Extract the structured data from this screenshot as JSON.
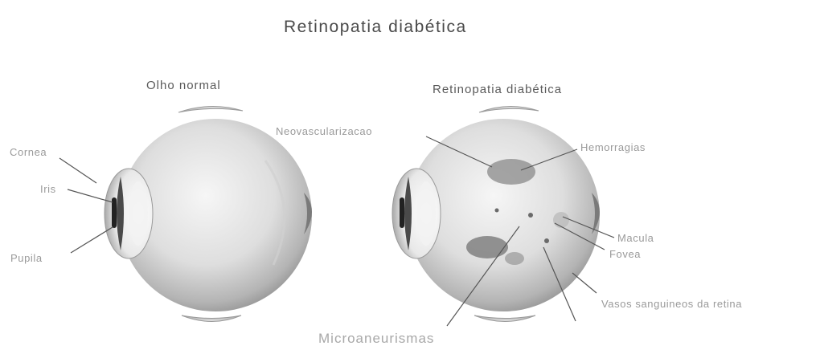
{
  "main_title": "Retinopatia diabética",
  "normal_eye": {
    "title": "Olho normal",
    "labels": {
      "cornea": "Cornea",
      "iris": "Iris",
      "pupila": "Pupila"
    }
  },
  "diabetic_eye": {
    "title": "Retinopatia diabética",
    "labels": {
      "neovascularizacao": "Neovascularizacao",
      "hemorragias": "Hemorragias",
      "macula": "Macula",
      "fovea": "Fovea",
      "vasos": "Vasos sanguineos da retina",
      "microaneurismas": "Microaneurismas"
    }
  },
  "colors": {
    "title": "#4a4a4a",
    "label": "#9a9a9a",
    "eyeball_light": "#f4f4f4",
    "eyeball_dark": "#9c9c9c"
  }
}
